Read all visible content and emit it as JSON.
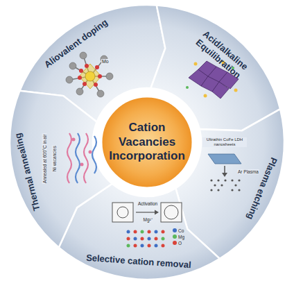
{
  "diagram": {
    "nodes": [
      {
        "text": [
          "Aliovalent doping"
        ]
      },
      {
        "text": [
          "Acid/alkaline Equilibration"
        ]
      },
      {
        "text": [
          "Plasma etching"
        ]
      },
      {
        "text": [
          "Selective cation removal"
        ]
      },
      {
        "text": [
          "Thermal annealing"
        ]
      },
      {
        "text": [
          "Cation Vacancies Incorporation"
        ]
      }
    ],
    "labels": [
      "Mo",
      "Ultrathin CoFe LDH nanosheets",
      "Ar Plasma",
      "Activation",
      "Mg²⁺",
      "Annealed at 600°C in air",
      "Ni vacancies"
    ],
    "legend": [
      {
        "text": "Co",
        "color": "#3f6fc4"
      },
      {
        "text": "Mg",
        "color": "#5cb85c"
      },
      {
        "text": "O",
        "color": "#d9443a"
      }
    ]
  }
}
